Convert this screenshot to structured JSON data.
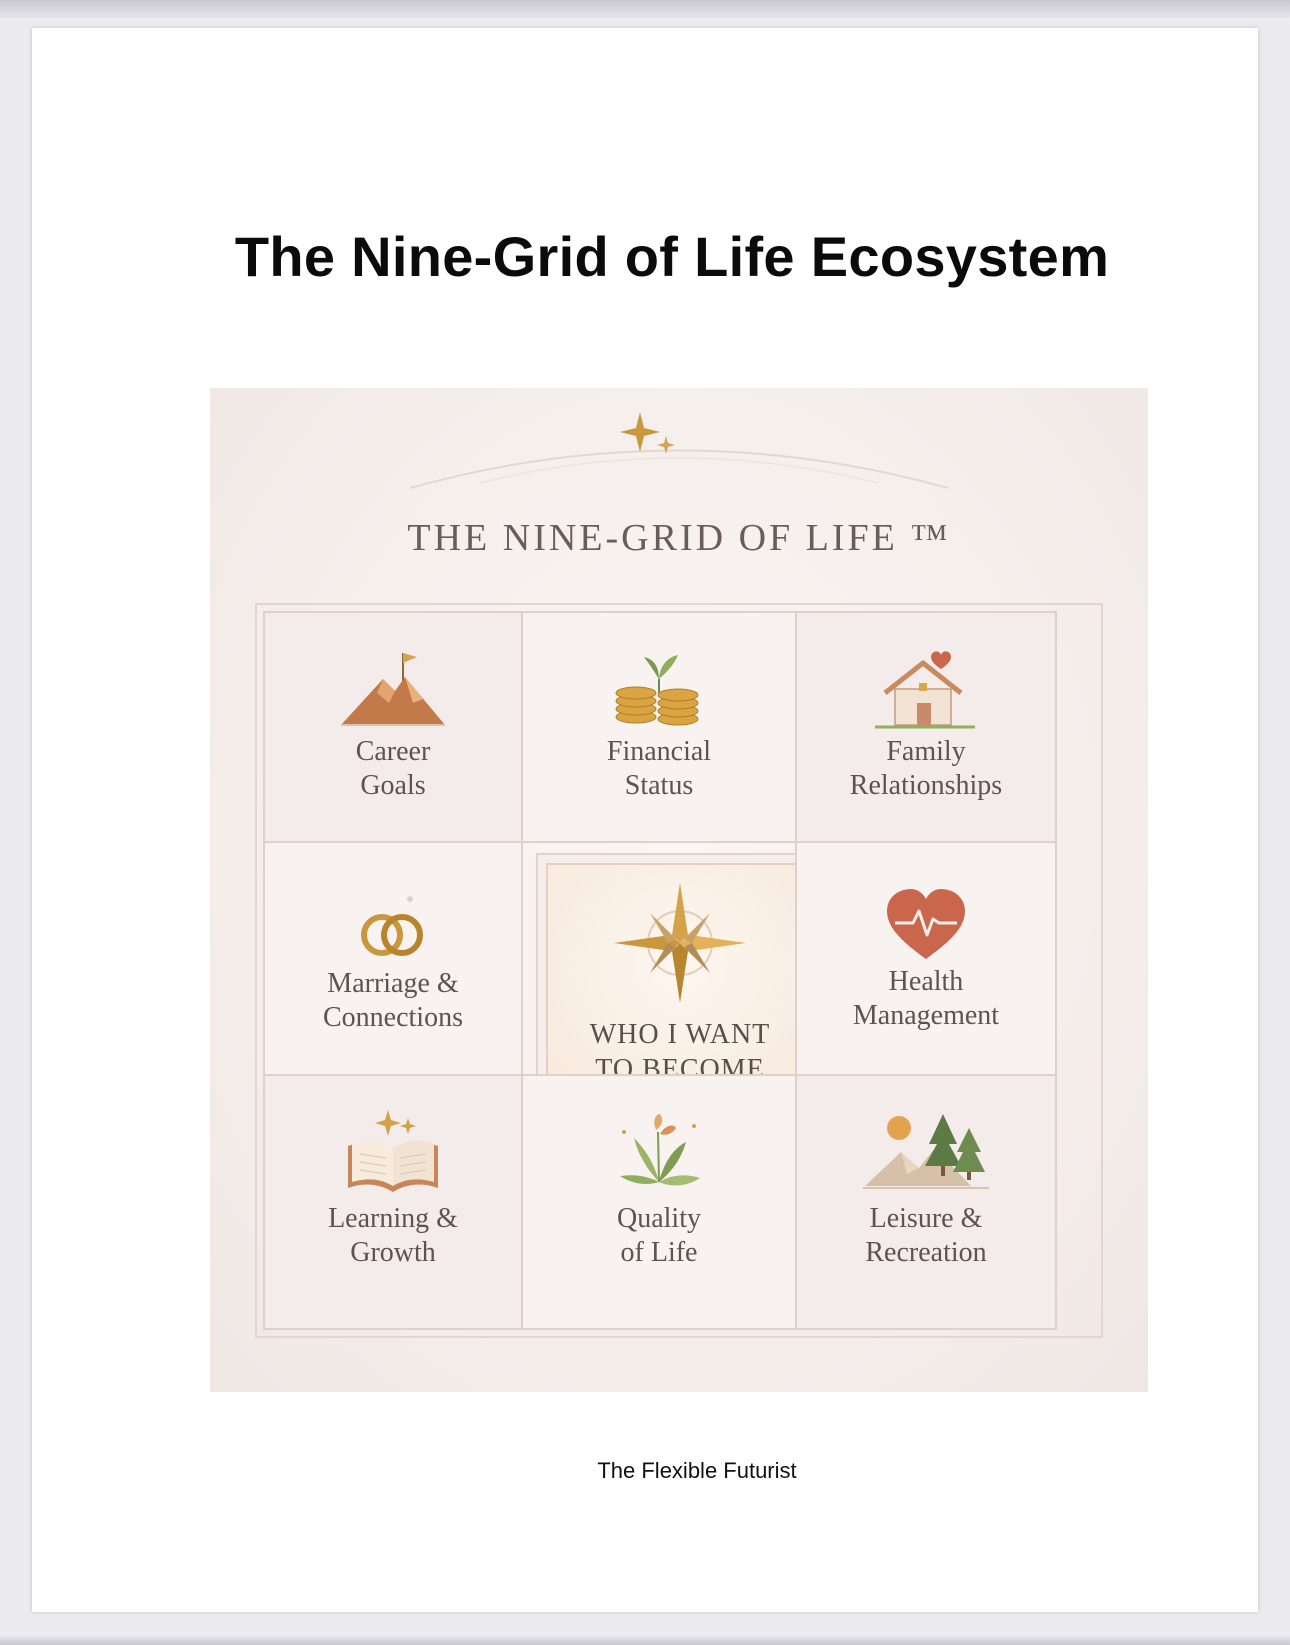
{
  "document": {
    "title": "The Nine-Grid of Life Ecosystem",
    "footer": "The Flexible Futurist"
  },
  "graphic": {
    "heading": "THE NINE-GRID OF LIFE ™",
    "cells": [
      {
        "line1": "Career",
        "line2": "Goals",
        "icon": "mountain-flag-icon"
      },
      {
        "line1": "Financial",
        "line2": "Status",
        "icon": "coins-sprout-icon"
      },
      {
        "line1": "Family",
        "line2": "Relationships",
        "icon": "house-heart-icon"
      },
      {
        "line1": "Marriage &",
        "line2": "Connections",
        "icon": "rings-icon"
      },
      {
        "line1": "WHO I WANT",
        "line2": "TO BECOME",
        "icon": "compass-star-icon"
      },
      {
        "line1": "Health",
        "line2": "Management",
        "icon": "heart-pulse-icon"
      },
      {
        "line1": "Learning &",
        "line2": "Growth",
        "icon": "open-book-icon"
      },
      {
        "line1": "Quality",
        "line2": "of Life",
        "icon": "leaves-icon"
      },
      {
        "line1": "Leisure &",
        "line2": "Recreation",
        "icon": "landscape-sun-icon"
      }
    ],
    "colors": {
      "background": "#f5efec",
      "gold": "#c9983e",
      "terracotta": "#c26a4f",
      "text": "#5e534f"
    }
  }
}
